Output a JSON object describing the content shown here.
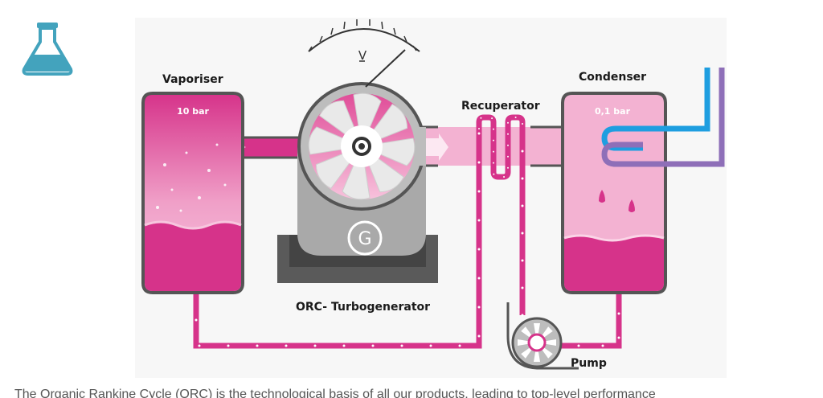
{
  "labels": {
    "vaporiser": "Vaporiser",
    "vaporiser_pressure": "10 bar",
    "meter_unit": "V",
    "generator_letter": "G",
    "turbogenerator": "ORC- Turbogenerator",
    "recuperator": "Recuperator",
    "condenser": "Condenser",
    "condenser_pressure": "0,1 bar",
    "pump": "Pump"
  },
  "caption": "The Organic Rankine Cycle (ORC) is the technological basis of all our products, leading to top-level performance",
  "colors": {
    "magenta": "#d6338a",
    "pink_light": "#f4aed0",
    "pink_mid": "#e56aa7",
    "grey_dark": "#555555",
    "grey_mid": "#a8a8a8",
    "teal": "#43a3bd",
    "cold_blue": "#1e9ee0",
    "cold_purple": "#8e6fb8"
  },
  "icons": {
    "logo": "flask-icon"
  }
}
